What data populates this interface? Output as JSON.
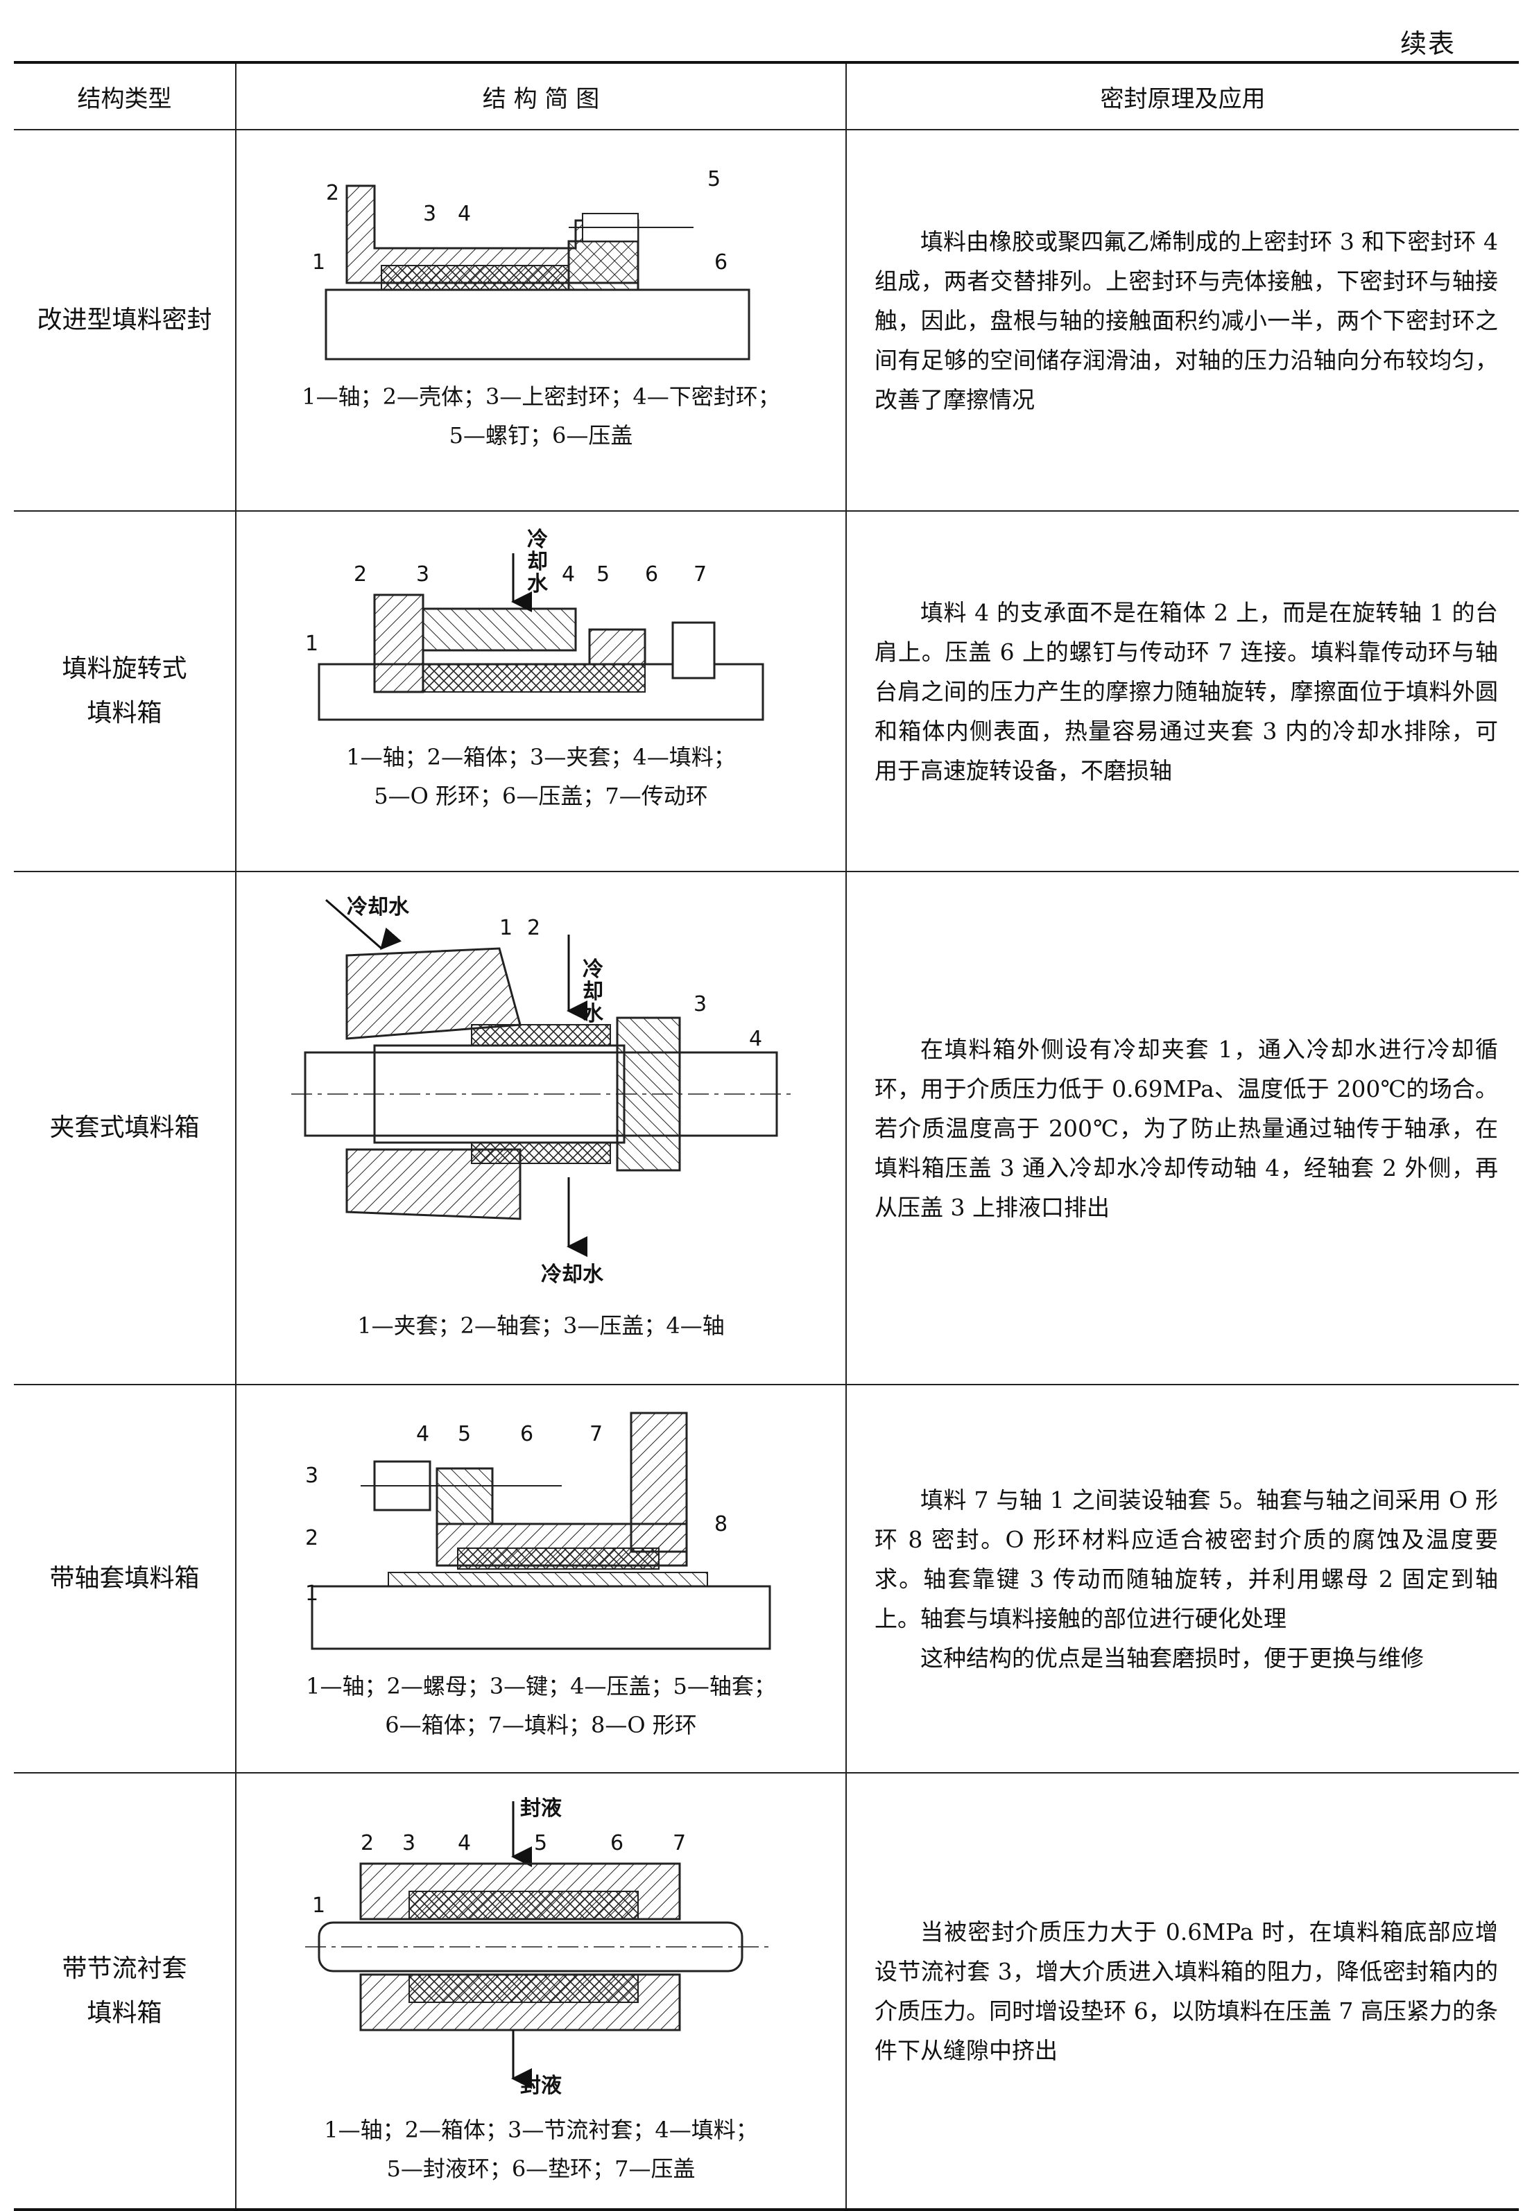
{
  "continued_label": "续表",
  "headers": {
    "type": "结构类型",
    "figure": "结 构 简 图",
    "principle": "密封原理及应用"
  },
  "rows": [
    {
      "type_lines": [
        "改进型填料密封"
      ],
      "fig_labels": [
        "1",
        "2",
        "3",
        "4",
        "5",
        "6"
      ],
      "caption_lines": [
        "1—轴；2—壳体；3—上密封环；4—下密封环；",
        "5—螺钉；6—压盖"
      ],
      "desc_paras": [
        "填料由橡胶或聚四氟乙烯制成的上密封环 3 和下密封环 4 组成，两者交替排列。上密封环与壳体接触，下密封环与轴接触，因此，盘根与轴的接触面积约减小一半，两个下密封环之间有足够的空间储存润滑油，对轴的压力沿轴向分布较均匀，改善了摩擦情况"
      ]
    },
    {
      "type_lines": [
        "填料旋转式",
        "填料箱"
      ],
      "fig_labels": [
        "1",
        "2",
        "3",
        "4",
        "5",
        "6",
        "7"
      ],
      "fig_water": [
        "冷",
        "却",
        "水"
      ],
      "caption_lines": [
        "1—轴；2—箱体；3—夹套；4—填料；",
        "5—O 形环；6—压盖；7—传动环"
      ],
      "desc_paras": [
        "填料 4 的支承面不是在箱体 2 上，而是在旋转轴 1 的台肩上。压盖 6 上的螺钉与传动环 7 连接。填料靠传动环与轴台肩之间的压力产生的摩擦力随轴旋转，摩擦面位于填料外圆和箱体内侧表面，热量容易通过夹套 3 内的冷却水排除，可用于高速旋转设备，不磨损轴"
      ]
    },
    {
      "type_lines": [
        "夹套式填料箱"
      ],
      "fig_labels": [
        "1",
        "2",
        "3",
        "4"
      ],
      "fig_water_top": "冷却水",
      "fig_water_side": [
        "冷",
        "却",
        "水"
      ],
      "fig_water_bottom": "冷却水",
      "caption_lines": [
        "1—夹套；2—轴套；3—压盖；4—轴"
      ],
      "desc_paras": [
        "在填料箱外侧设有冷却夹套 1，通入冷却水进行冷却循环，用于介质压力低于 0.69MPa、温度低于 200℃的场合。若介质温度高于 200℃，为了防止热量通过轴传于轴承，在填料箱压盖 3 通入冷却水冷却传动轴 4，经轴套 2 外侧，再从压盖 3 上排液口排出"
      ]
    },
    {
      "type_lines": [
        "带轴套填料箱"
      ],
      "fig_labels": [
        "1",
        "2",
        "3",
        "4",
        "5",
        "6",
        "7",
        "8"
      ],
      "caption_lines": [
        "1—轴；2—螺母；3—键；4—压盖；5—轴套；",
        "6—箱体；7—填料；8—O 形环"
      ],
      "desc_paras": [
        "填料 7 与轴 1 之间装设轴套 5。轴套与轴之间采用 O 形环 8 密封。O 形环材料应适合被密封介质的腐蚀及温度要求。轴套靠键 3 传动而随轴旋转，并利用螺母 2 固定到轴上。轴套与填料接触的部位进行硬化处理",
        "这种结构的优点是当轴套磨损时，便于更换与维修"
      ]
    },
    {
      "type_lines": [
        "带节流衬套",
        "填料箱"
      ],
      "fig_labels": [
        "1",
        "2",
        "3",
        "4",
        "5",
        "6",
        "7"
      ],
      "fig_liquid_top": "封液",
      "fig_liquid_bottom": "封液",
      "caption_lines": [
        "1—轴；2—箱体；3—节流衬套；4—填料；",
        "5—封液环；6—垫环；7—压盖"
      ],
      "desc_paras": [
        "当被密封介质压力大于 0.6MPa 时，在填料箱底部应增设节流衬套 3，增大介质进入填料箱的阻力，降低密封箱内的介质压力。同时增设垫环 6，以防填料在压盖 7 高压紧力的条件下从缝隙中挤出"
      ]
    }
  ]
}
